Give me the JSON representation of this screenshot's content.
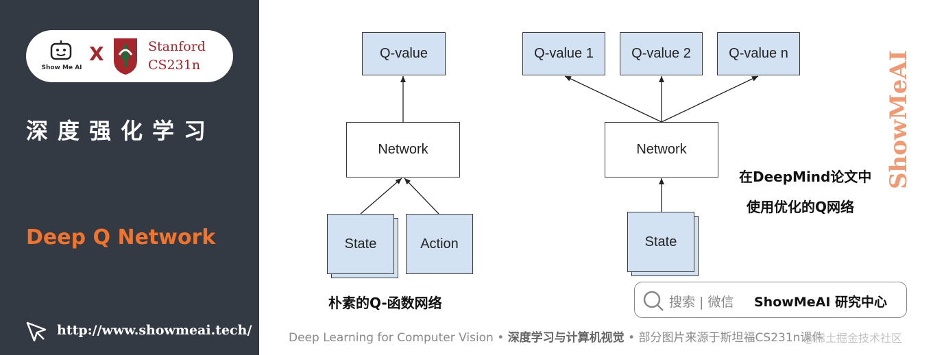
{
  "sidebar": {
    "brand_small": "Show Me AI",
    "x_mark": "X",
    "stanford_line1": "Stanford",
    "stanford_line2": "CS231n",
    "course_title": "深度强化学习",
    "lecture_title": "Deep Q Network",
    "url": "http://www.showmeai.tech/"
  },
  "diagram_left": {
    "output": "Q-value",
    "network": "Network",
    "input_state": "State",
    "input_action": "Action",
    "caption": "朴素的Q-函数网络"
  },
  "diagram_right": {
    "outputs": [
      "Q-value 1",
      "Q-value 2",
      "Q-value n"
    ],
    "network": "Network",
    "input_state": "State",
    "caption_line1": "在DeepMind论文中",
    "caption_line2": "使用优化的Q网络"
  },
  "watermark": "ShowMeAI",
  "search": {
    "text": "搜索 | 微信",
    "brand": "ShowMeAI 研究中心"
  },
  "footer": {
    "part1": "Deep Learning for Computer Vision",
    "sep1": " • ",
    "part2": "深度学习与计算机视觉",
    "sep2": " • ",
    "part3": "部分图片来源于斯坦福CS231n课件",
    "overlay": "@稀土掘金技术社区"
  },
  "colors": {
    "sidebar_bg": "#333a43",
    "accent_orange": "#f0732e",
    "stanford_red": "#a5262c",
    "node_blue": "#d3e2f2"
  }
}
